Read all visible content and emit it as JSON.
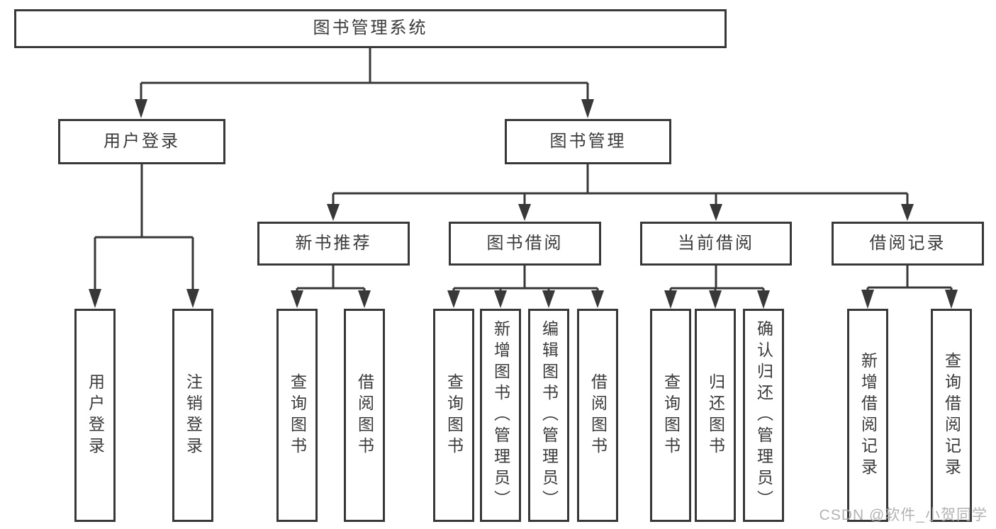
{
  "colors": {
    "line": "#383838",
    "text": "#3a3a3a",
    "watermark": "#ababab",
    "background": "#ffffff"
  },
  "diagram": {
    "nodes": {
      "root": {
        "label": "图书管理系统"
      },
      "level2": [
        {
          "label": "用户登录"
        },
        {
          "label": "图书管理"
        }
      ],
      "level3": [
        {
          "label": "新书推荐"
        },
        {
          "label": "图书借阅"
        },
        {
          "label": "当前借阅"
        },
        {
          "label": "借阅记录"
        }
      ],
      "leaves": {
        "user_login": [
          {
            "label": "用户登录"
          },
          {
            "label": "注销登录"
          }
        ],
        "new_book": [
          {
            "label": "查询图书"
          },
          {
            "label": "借阅图书"
          }
        ],
        "book_borrowing": [
          {
            "label": "查询图书"
          },
          {
            "label": "新增图书（管理员）"
          },
          {
            "label": "编辑图书（管理员）"
          },
          {
            "label": "借阅图书"
          }
        ],
        "current_borrowing": [
          {
            "label": "查询图书"
          },
          {
            "label": "归还图书"
          },
          {
            "label": "确认归还（管理员）"
          }
        ],
        "borrowing_records": [
          {
            "label": "新增借阅记录"
          },
          {
            "label": "查询借阅记录"
          }
        ]
      }
    }
  },
  "watermark": {
    "text": "CSDN @软件_小贺同学"
  }
}
